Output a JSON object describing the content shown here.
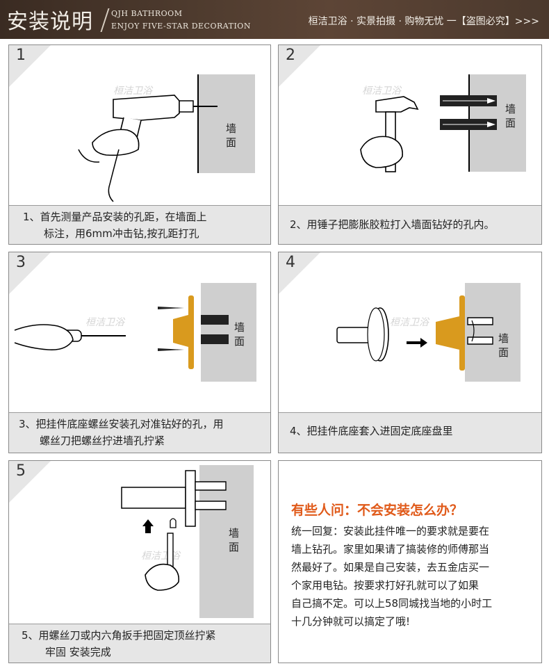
{
  "header": {
    "title": "安装说明",
    "brand_line1": "QJH  BATHROOM",
    "brand_line2": "ENJOY FIVE-STAR DECORATION",
    "slogan": "桓洁卫浴 · 实景拍摄 · 购物无忧 一【盗图必究】>>>"
  },
  "watermark": "桓洁卫浴",
  "wall_label": "墙面",
  "steps": [
    {
      "number": "1",
      "caption_line1": "1、首先测量产品安装的孔距，在墙面上",
      "caption_line2": "标注，用6mm冲击钻,按孔距打孔"
    },
    {
      "number": "2",
      "caption_line1": "2、用锤子把膨胀胶粒打入墙面钻好的孔内。",
      "caption_line2": ""
    },
    {
      "number": "3",
      "caption_line1": "3、把挂件底座螺丝安装孔对准钻好的孔，用",
      "caption_line2": "螺丝刀把螺丝拧进墙孔拧紧"
    },
    {
      "number": "4",
      "caption_line1": "4、把挂件底座套入进固定底座盘里",
      "caption_line2": ""
    },
    {
      "number": "5",
      "caption_line1": "5、用螺丝刀或内六角扳手把固定顶丝拧紧",
      "caption_line2": "牢固  安装完成"
    }
  ],
  "faq": {
    "title": "有些人问：不会安装怎么办？",
    "lines": [
      "统一回复：安装此挂件唯一的要求就是要在",
      "墙上钻孔。家里如果请了搞装修的师傅那当",
      "然最好了。如果是自己安装，去五金店买一",
      "个家用电钻。按要求打好孔就可以了如果",
      "自己搞不定。可以上58同城找当地的小时工",
      "十几分钟就可以搞定了哦!"
    ]
  },
  "colors": {
    "accent": "#e05a1a",
    "gold": "#d99a1e",
    "wall": "#cfcfcf",
    "caption_bg": "#e6e6e6"
  }
}
